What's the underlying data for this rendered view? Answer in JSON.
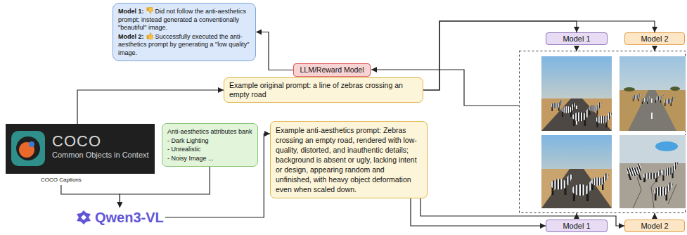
{
  "diagram": {
    "nodes": [
      {
        "text": [
          "Model 1:",
          "Did not follow the anti-aesthetics prompt; instead generated a conventionally \"beautiful\" image.",
          "Model 2:",
          "Successfully executed the anti-aesthetics prompt by generating a \"low quality\" image."
        ]
      },
      {
        "text": [
          "LLM/Reward Model"
        ]
      },
      {
        "text": [
          "Example original prompt: a line of zebras crossing an empty road"
        ]
      },
      {
        "text": [
          "COCO",
          "Common Objects in Context",
          "COCO Captions"
        ]
      },
      {
        "text": [
          "Anti-aesthetics attributes bank",
          "- Dark Lighting",
          "- Unrealistic",
          "- Noisy Image ..."
        ]
      },
      {
        "text": [
          "Qwen3-VL"
        ]
      },
      {
        "text": [
          "Example anti-aesthetics prompt: Zebras crossing an empty road, rendered with low-quality, distorted, and inauthentic details; background is absent or ugly, lacking intent or design, appearing random and unfinished, with heavy object deformation even when scaled down."
        ]
      },
      {
        "text": [
          "Model 1"
        ]
      },
      {
        "text": [
          "Model 2"
        ]
      },
      {
        "text": [
          "Model 1"
        ]
      },
      {
        "text": [
          "Model 2"
        ]
      }
    ],
    "edges": [
      {
        "from": 1,
        "to": 0,
        "arrow": "to"
      },
      {
        "from": 3,
        "to": 2,
        "arrow": "to"
      },
      {
        "from": 2,
        "to": 7,
        "arrow": "to"
      },
      {
        "from": 2,
        "to": 8,
        "arrow": "to"
      },
      {
        "from": 3,
        "to": 5,
        "arrow": "to"
      },
      {
        "from": 4,
        "to": 5,
        "arrow": "to"
      },
      {
        "from": 5,
        "to": 6,
        "arrow": "to"
      },
      {
        "from": 6,
        "to": 9,
        "arrow": "to"
      },
      {
        "from": 6,
        "to": 10,
        "arrow": "to"
      }
    ]
  }
}
